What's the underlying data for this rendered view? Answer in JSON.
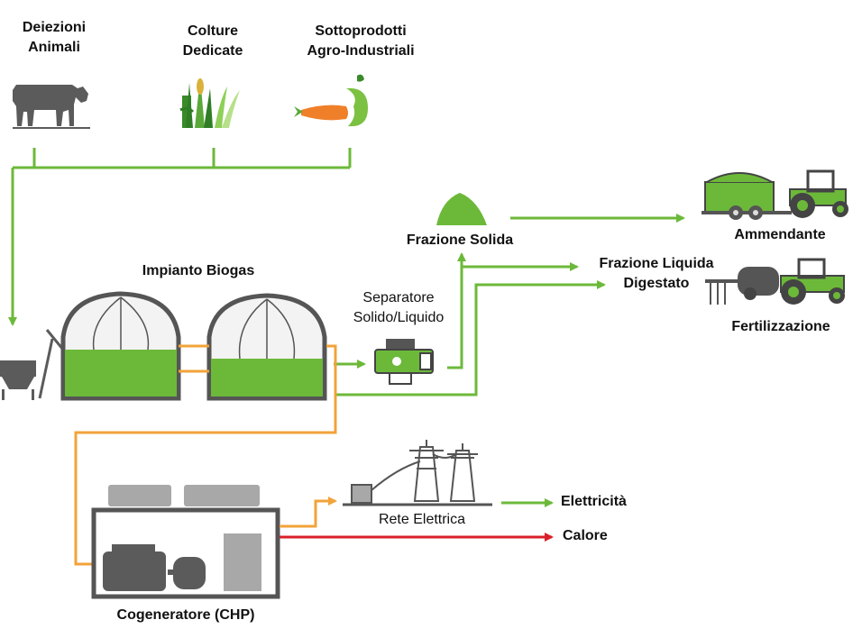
{
  "colors": {
    "green": "#6cb93a",
    "orange": "#f2a33a",
    "red": "#d9202a",
    "gray": "#5b5b5b",
    "light_gray": "#a8a8a8"
  },
  "inputs": {
    "animal_manure": {
      "line1": "Deiezioni",
      "line2": "Animali",
      "icon": "cow-icon"
    },
    "dedicated_crops": {
      "line1": "Colture",
      "line2": "Dedicate",
      "icon": "crops-icon"
    },
    "agro_byproducts": {
      "line1": "Sottoprodotti",
      "line2": "Agro-Industriali",
      "icon": "vegetable-waste-icon"
    }
  },
  "plant": {
    "label": "Impianto Biogas"
  },
  "separator": {
    "line1": "Separatore",
    "line2": "Solido/Liquido"
  },
  "solid_fraction": {
    "label": "Frazione Solida"
  },
  "liquid_fraction": {
    "line1": "Frazione Liquida",
    "line2": "Digestato"
  },
  "soil_improver": {
    "label": "Ammendante"
  },
  "fertilization": {
    "label": "Fertilizzazione"
  },
  "chp": {
    "label": "Cogeneratore (CHP)"
  },
  "grid": {
    "label": "Rete Elettrica"
  },
  "outputs": {
    "electricity": "Elettricità",
    "heat": "Calore"
  }
}
